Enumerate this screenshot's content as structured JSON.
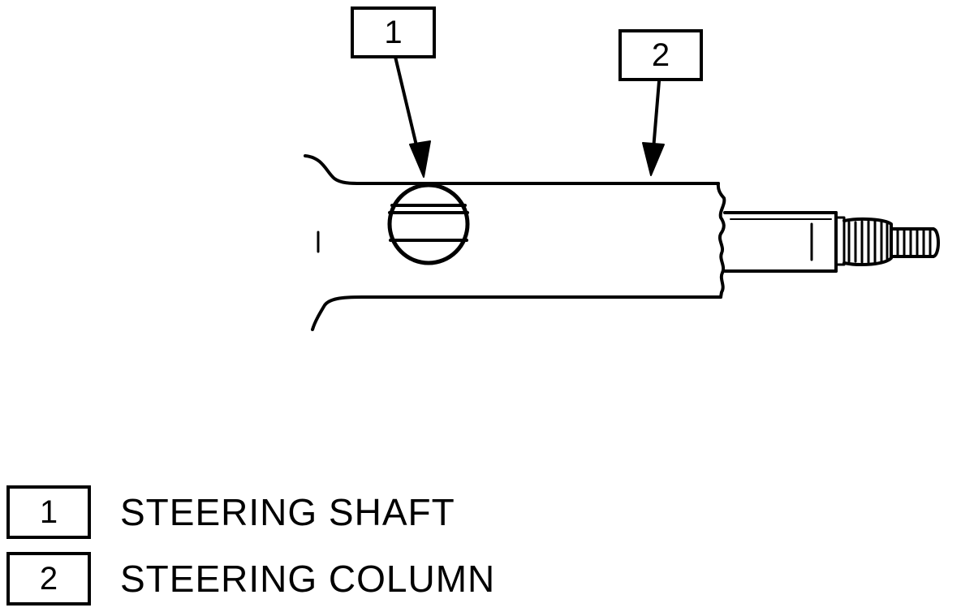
{
  "callouts": [
    {
      "number": "1"
    },
    {
      "number": "2"
    }
  ],
  "legend": [
    {
      "number": "1",
      "label": "STEERING SHAFT"
    },
    {
      "number": "2",
      "label": "STEERING COLUMN"
    }
  ],
  "colors": {
    "ink": "#000000",
    "background": "#ffffff"
  }
}
